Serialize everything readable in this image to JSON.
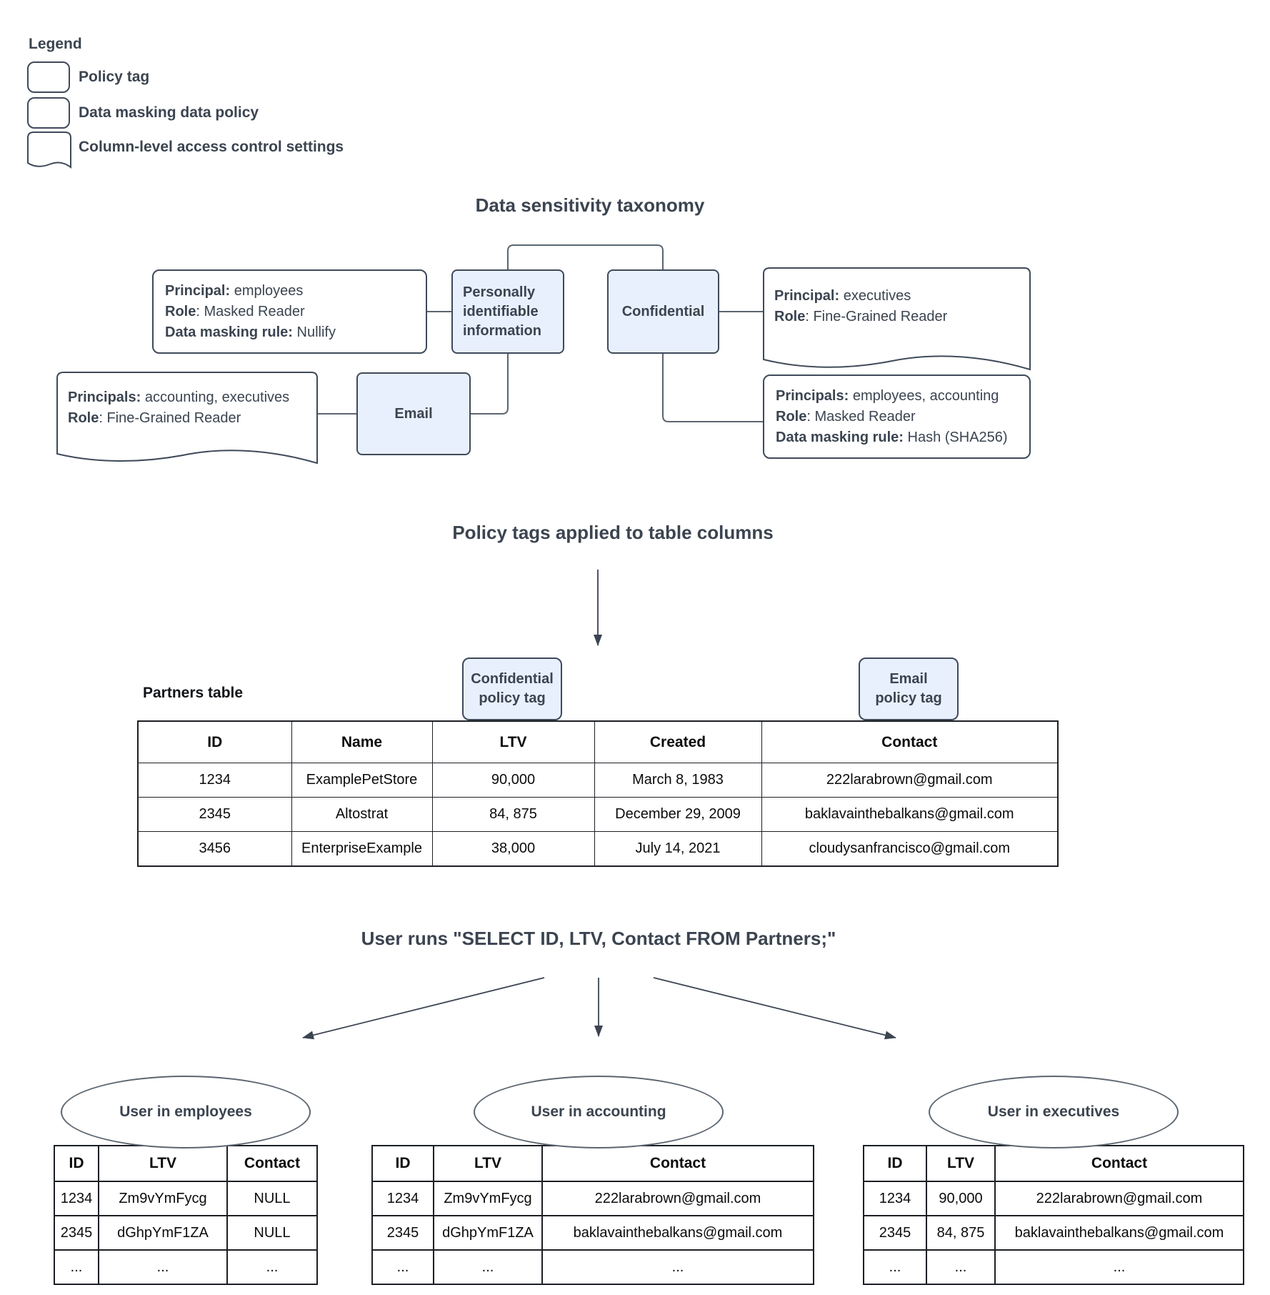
{
  "legend": {
    "title": "Legend",
    "items": [
      {
        "icon": "policy-tag-swatch",
        "label": "Policy tag"
      },
      {
        "icon": "data-masking-swatch",
        "label": "Data masking data policy"
      },
      {
        "icon": "column-access-swatch",
        "label": "Column-level access control settings"
      }
    ]
  },
  "taxonomy": {
    "title": "Data sensitivity taxonomy",
    "nodes": {
      "pii": "Personally identifiable information",
      "confidential": "Confidential",
      "email": "Email"
    },
    "cards": {
      "nullify": {
        "rows": [
          [
            "Principal:",
            " employees"
          ],
          [
            "Role",
            ": Masked Reader"
          ],
          [
            "Data masking rule:",
            " Nullify"
          ]
        ]
      },
      "exec": {
        "rows": [
          [
            "Principal:",
            " executives"
          ],
          [
            "Role",
            ": Fine-Grained Reader"
          ]
        ]
      },
      "hash": {
        "rows": [
          [
            "Principals:",
            " employees, accounting"
          ],
          [
            "Role",
            ": Masked Reader"
          ],
          [
            "Data masking rule:",
            " Hash (SHA256)"
          ]
        ]
      },
      "acct_exec": {
        "rows": [
          [
            "Principals:",
            " accounting, executives"
          ],
          [
            "Role",
            ": Fine-Grained Reader"
          ]
        ]
      }
    }
  },
  "applied": {
    "title": "Policy tags applied to table columns",
    "table_label": "Partners table",
    "badges": {
      "confidential": "Confidential\npolicy tag",
      "email": "Email\npolicy tag"
    },
    "headers": [
      "ID",
      "Name",
      "LTV",
      "Created",
      "Contact"
    ],
    "rows": [
      [
        "1234",
        "ExamplePetStore",
        "90,000",
        "March 8, 1983",
        "222larabrown@gmail.com"
      ],
      [
        "2345",
        "Altostrat",
        "84, 875",
        "December 29, 2009",
        "baklavainthebalkans@gmail.com"
      ],
      [
        "3456",
        "EnterpriseExample",
        "38,000",
        "July 14, 2021",
        "cloudysanfrancisco@gmail.com"
      ]
    ]
  },
  "query": {
    "title": "User runs \"SELECT ID, LTV, Contact FROM Partners;\"",
    "results": [
      {
        "user": "User in employees",
        "headers": [
          "ID",
          "LTV",
          "Contact"
        ],
        "rows": [
          [
            "1234",
            "Zm9vYmFycg",
            "NULL"
          ],
          [
            "2345",
            "dGhpYmF1ZA",
            "NULL"
          ],
          [
            "...",
            "...",
            "..."
          ]
        ]
      },
      {
        "user": "User in accounting",
        "headers": [
          "ID",
          "LTV",
          "Contact"
        ],
        "rows": [
          [
            "1234",
            "Zm9vYmFycg",
            "222larabrown@gmail.com"
          ],
          [
            "2345",
            "dGhpYmF1ZA",
            "baklavainthebalkans@gmail.com"
          ],
          [
            "...",
            "...",
            "..."
          ]
        ]
      },
      {
        "user": "User in executives",
        "headers": [
          "ID",
          "LTV",
          "Contact"
        ],
        "rows": [
          [
            "1234",
            "90,000",
            "222larabrown@gmail.com"
          ],
          [
            "2345",
            "84, 875",
            "baklavainthebalkans@gmail.com"
          ],
          [
            "...",
            "...",
            "..."
          ]
        ]
      }
    ]
  },
  "colors": {
    "policy_tag_fill": "#e8f0fe",
    "box_border": "#3f4a5a",
    "connector": "#5c6670",
    "text": "#3b4450"
  }
}
